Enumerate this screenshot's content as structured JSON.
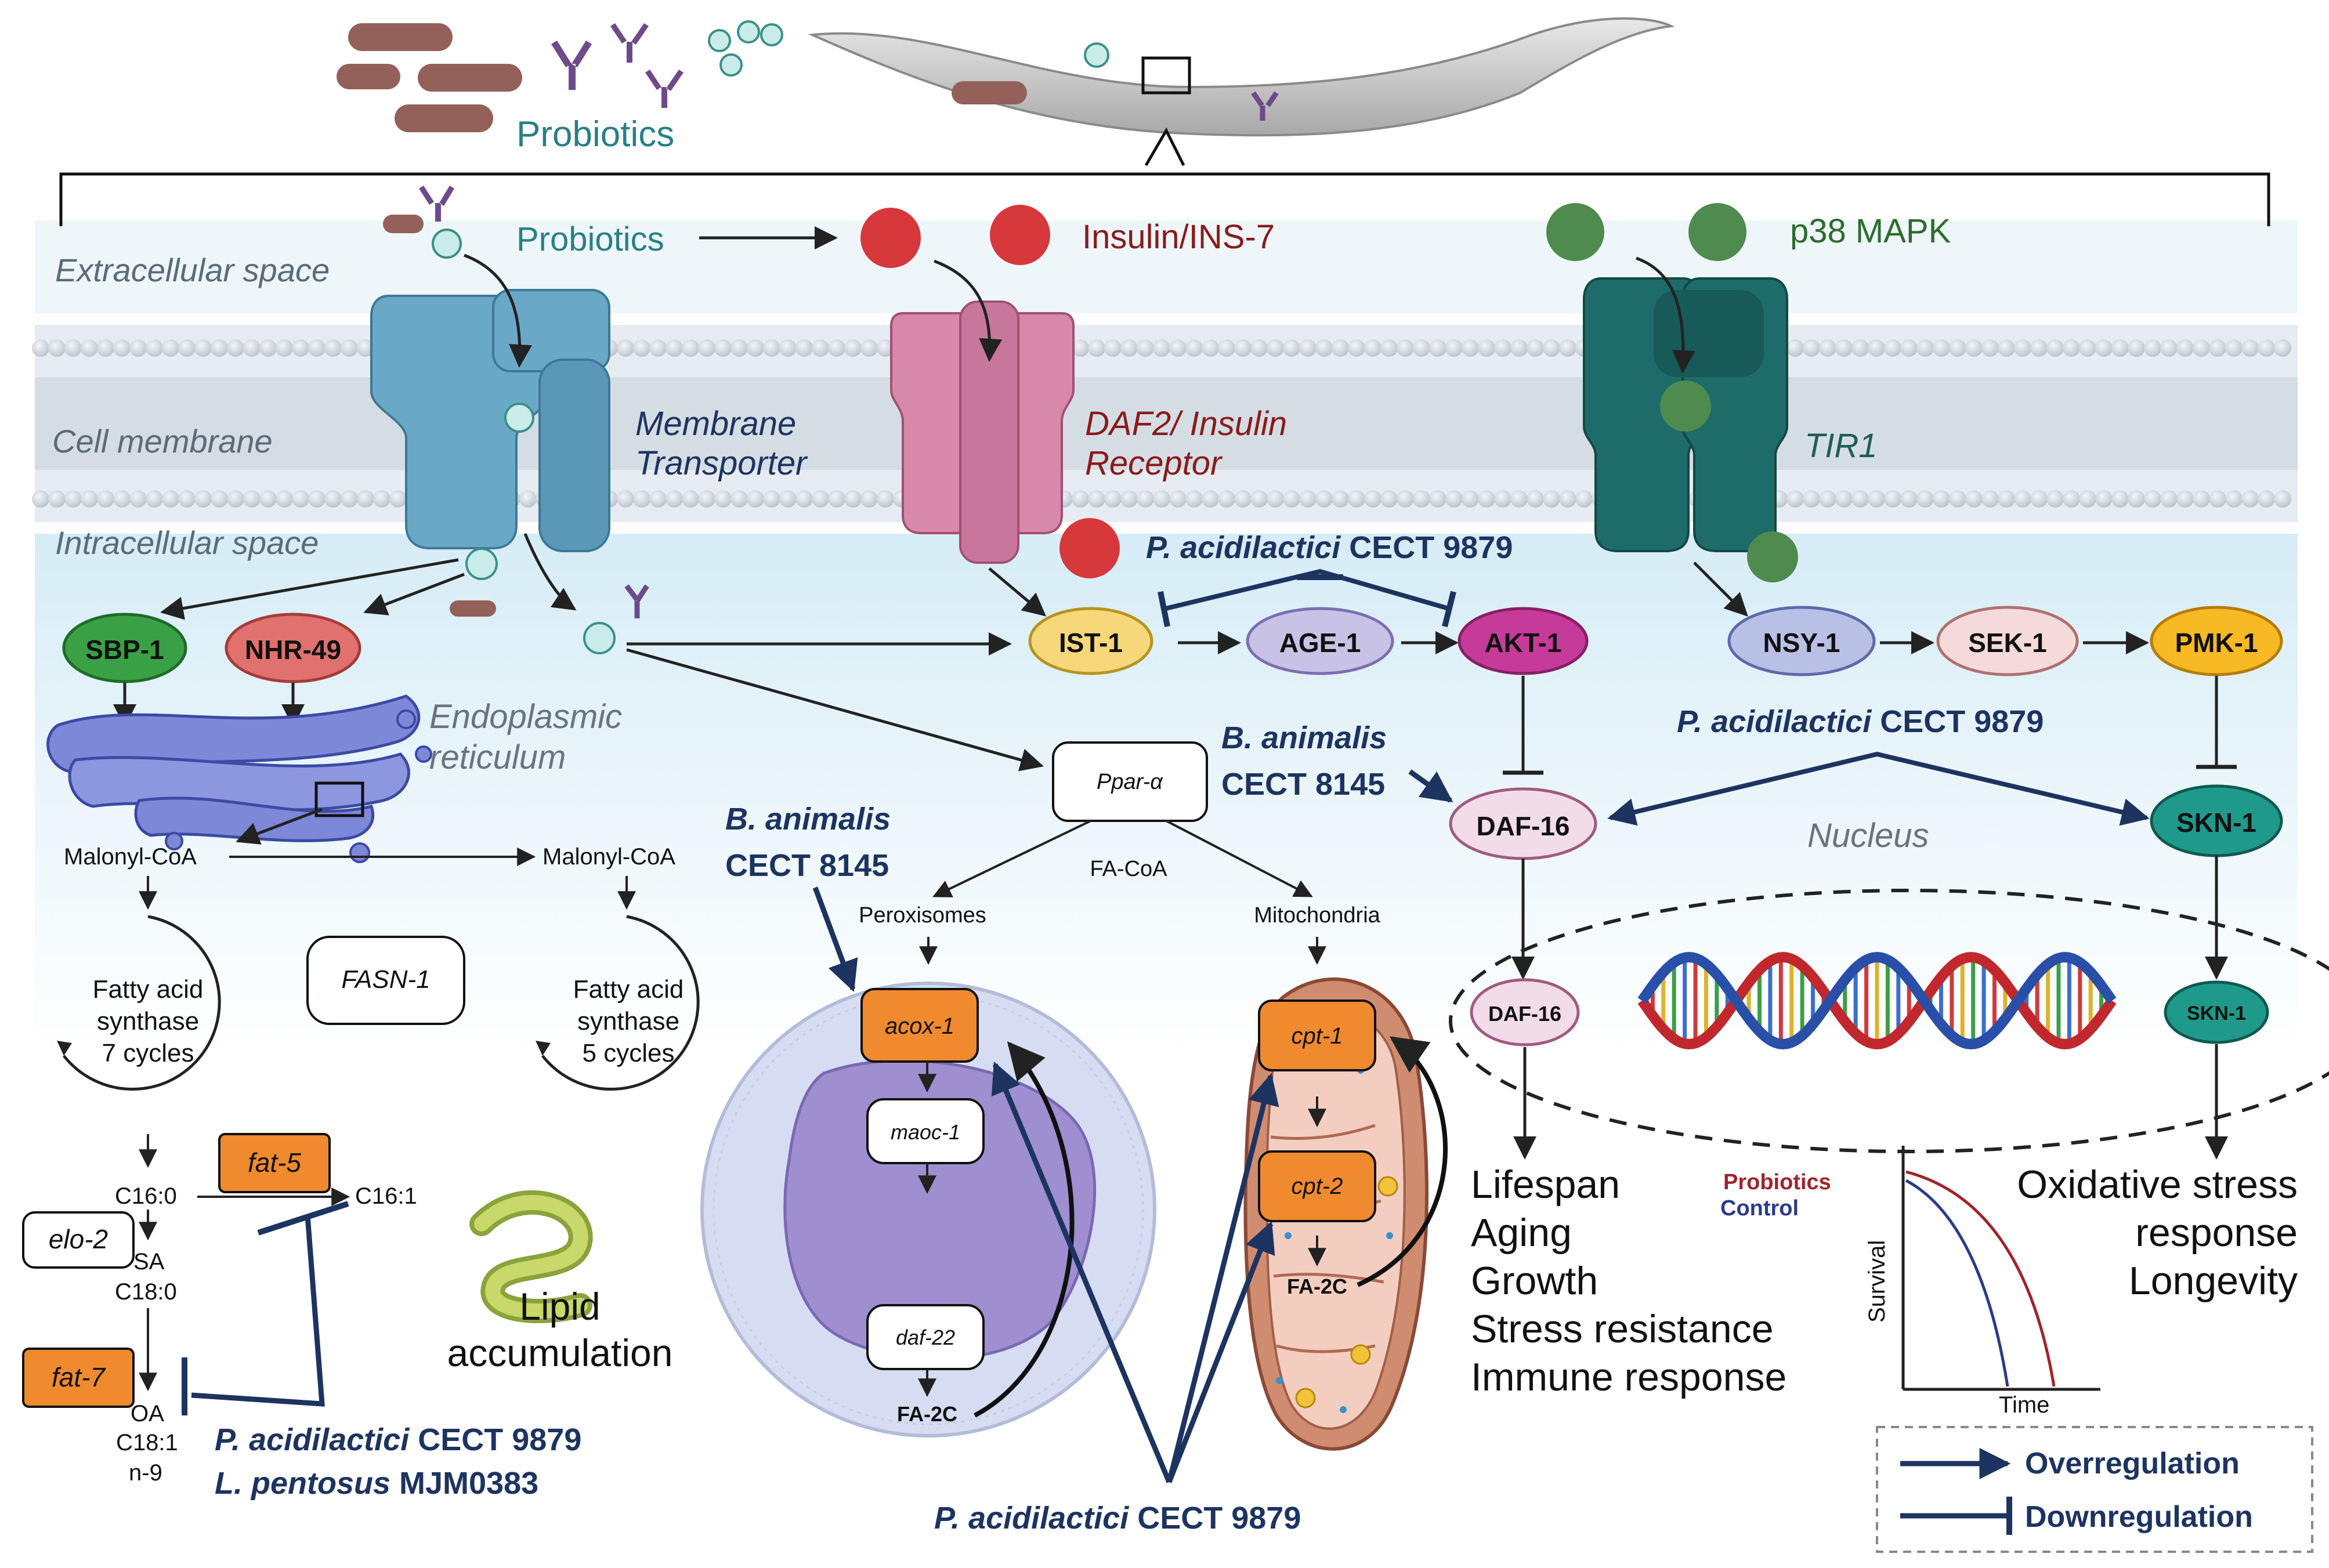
{
  "header": {
    "probiotics": "Probiotics"
  },
  "spaces": {
    "extracellular": "Extracellular space",
    "membrane": "Cell membrane",
    "intracellular": "Intracellular space",
    "er_line1": "Endoplasmic",
    "er_line2": "reticulum",
    "nucleus": "Nucleus"
  },
  "receptors": {
    "transporter_line1": "Membrane",
    "transporter_line2": "Transporter",
    "daf2_line1": "DAF2/ Insulin",
    "daf2_line2": "Receptor",
    "tir1": "TIR1"
  },
  "ligands": {
    "probiotics": "Probiotics",
    "insulin": "Insulin/INS-7",
    "p38": "p38 MAPK"
  },
  "nodes": {
    "sbp1": "SBP-1",
    "nhr49": "NHR-49",
    "ist1": "IST-1",
    "age1": "AGE-1",
    "akt1": "AKT-1",
    "nsy1": "NSY-1",
    "sek1": "SEK-1",
    "pmk1": "PMK-1",
    "daf16": "DAF-16",
    "skn1": "SKN-1",
    "daf16_nuc": "DAF-16",
    "skn1_nuc": "SKN-1"
  },
  "lipid": {
    "malonyl_left": "Malonyl-CoA",
    "malonyl_right": "Malonyl-CoA",
    "fas7_l1": "Fatty acid",
    "fas7_l2": "synthase",
    "fas7_l3": "7 cycles",
    "fasn1": "FASN-1",
    "fas5_l1": "Fatty acid",
    "fas5_l2": "synthase",
    "fas5_l3": "5 cycles",
    "c160": "C16:0",
    "c161": "C16:1",
    "fat5": "fat-5",
    "elo2": "elo-2",
    "sa": "SA",
    "c180": "C18:0",
    "fat7": "fat-7",
    "oa": "OA",
    "c181": "C18:1",
    "n9": "n-9",
    "accum_l1": "Lipid",
    "accum_l2": "accumulation"
  },
  "beta_ox": {
    "ppara": "Ppar-α",
    "facoa": "FA-CoA",
    "peroxisomes": "Peroxisomes",
    "mitochondria": "Mitochondria",
    "acox1": "acox-1",
    "maoc1": "maoc-1",
    "daf22": "daf-22",
    "fa2c_left": "FA-2C",
    "cpt1": "cpt-1",
    "cpt2": "cpt-2",
    "fa2c_right": "FA-2C"
  },
  "labels": {
    "pacid_top_species": "P. acidilactici",
    "pacid_top_strain": "CECT 9879",
    "banim_mid_species": "B. animalis",
    "banim_mid_strain": "CECT 8145",
    "banim_left_species": "B. animalis",
    "banim_left_strain": "CECT 8145",
    "pacid_right_species": "P. acidilactici",
    "pacid_right_strain": "CECT 9879",
    "pacid_lipid_species": "P. acidilactici",
    "pacid_lipid_strain": "CECT 9879",
    "lpent_species": "L. pentosus",
    "lpent_strain": "MJM0383",
    "pacid_bottom_species": "P. acidilactici",
    "pacid_bottom_strain": "CECT 9879"
  },
  "outcomes": {
    "daf16": [
      "Lifespan",
      "Aging",
      "Growth",
      "Stress resistance",
      "Immune response"
    ],
    "skn1": [
      "Oxidative stress",
      "response",
      "Longevity"
    ]
  },
  "survival": {
    "legend_probiotics": "Probiotics",
    "legend_control": "Control",
    "ylabel": "Survival",
    "xlabel": "Time",
    "probiotics_color": "#a0242a",
    "control_color": "#283b8f"
  },
  "legend": {
    "over": "Overregulation",
    "down": "Downregulation"
  },
  "colors": {
    "navy": "#1d3461",
    "orange": "#f08a2e",
    "teal_text": "#2a7f86",
    "insulin_red": "#8b1a1a",
    "p38_green": "#2e6b2e"
  }
}
